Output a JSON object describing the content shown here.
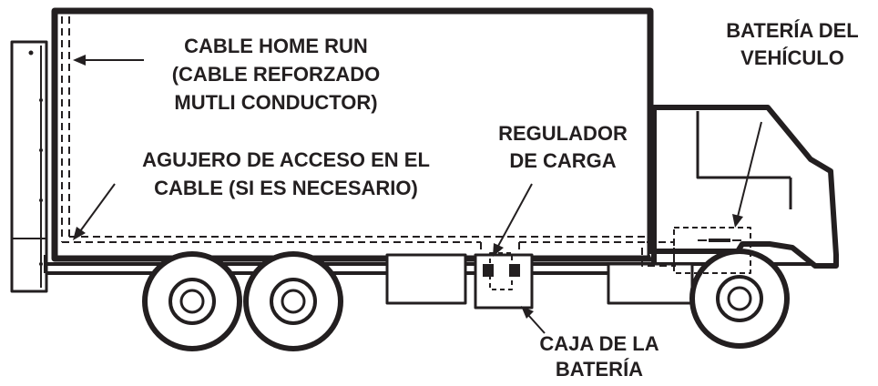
{
  "labels": {
    "home_run_cable": [
      "CABLE HOME RUN",
      "(CABLE REFORZADO",
      "MUTLI CONDUCTOR)"
    ],
    "access_hole": [
      "AGUJERO DE ACCESO EN EL",
      "CABLE (SI ES NECESARIO)"
    ],
    "charge_regulator": [
      "REGULADOR",
      "DE CARGA"
    ],
    "vehicle_battery": [
      "BATERÍA DEL",
      "VEHÍCULO"
    ],
    "battery_box": [
      "CAJA DE LA",
      "BATERÍA"
    ]
  },
  "colors": {
    "ink": "#231f20",
    "background": "#ffffff"
  }
}
